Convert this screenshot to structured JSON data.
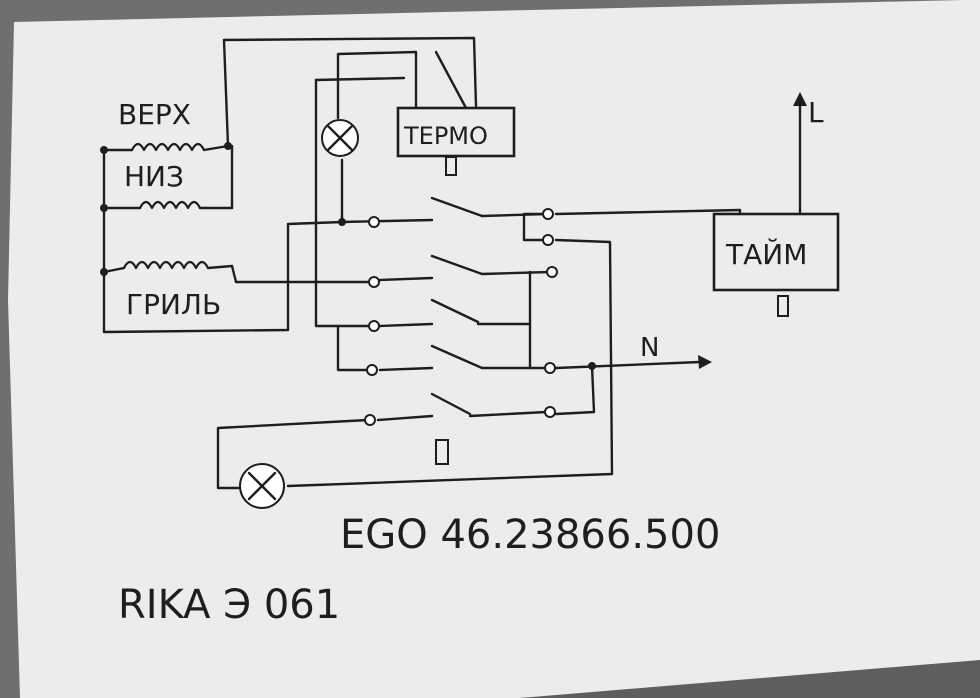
{
  "diagram": {
    "labels": {
      "verkh": "ВЕРХ",
      "niz": "НИЗ",
      "gril": "ГРИЛЬ",
      "termo": "ТЕРМО",
      "taim": "ТАЙМ",
      "neutral": "N",
      "line": "L",
      "part_number": "EGO 46.23866.500",
      "model": "RIKA Э 061"
    }
  }
}
